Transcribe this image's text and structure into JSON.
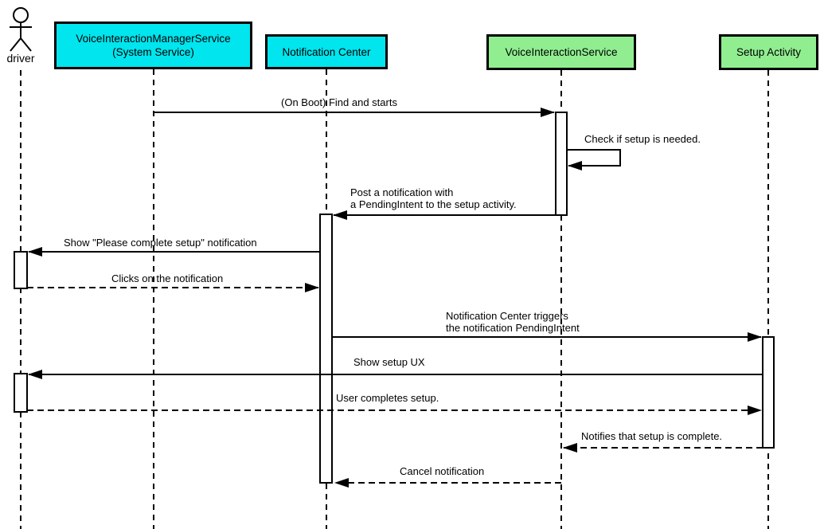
{
  "diagram_type": "uml-sequence-diagram",
  "actor": {
    "label": "driver"
  },
  "participants": [
    {
      "id": "voice-interaction-manager-service",
      "label": "VoiceInteractionManagerService\n(System Service)",
      "fill": "#00E5EE"
    },
    {
      "id": "notification-center",
      "label": "Notification Center",
      "fill": "#00E5EE"
    },
    {
      "id": "voice-interaction-service",
      "label": "VoiceInteractionService",
      "fill": "#90EE90"
    },
    {
      "id": "setup-activity",
      "label": "Setup Activity",
      "fill": "#90EE90"
    }
  ],
  "messages": [
    {
      "n": 1,
      "label": "(On Boot) Find and starts",
      "from": "VoiceInteractionManagerService (System Service)",
      "to": "VoiceInteractionService",
      "line": "solid"
    },
    {
      "n": 2,
      "label": "Check if setup is needed.",
      "from": "VoiceInteractionService",
      "to": "VoiceInteractionService",
      "line": "solid",
      "self_message": true
    },
    {
      "n": 3,
      "label": "Post a notification with\na PendingIntent to the setup activity.",
      "from": "VoiceInteractionService",
      "to": "Notification Center",
      "line": "solid"
    },
    {
      "n": 4,
      "label": "Show \"Please complete setup\" notification",
      "from": "Notification Center",
      "to": "driver",
      "line": "solid"
    },
    {
      "n": 5,
      "label": "Clicks on the notification",
      "from": "driver",
      "to": "Notification Center",
      "line": "dashed"
    },
    {
      "n": 6,
      "label": "Notification Center triggers\nthe notification PendingIntent",
      "from": "Notification Center",
      "to": "Setup Activity",
      "line": "solid"
    },
    {
      "n": 7,
      "label": "Show setup UX",
      "from": "Setup Activity",
      "to": "driver",
      "line": "solid"
    },
    {
      "n": 8,
      "label": "User completes setup.",
      "from": "driver",
      "to": "Setup Activity",
      "line": "dashed"
    },
    {
      "n": 9,
      "label": "Notifies that setup is complete.",
      "from": "Setup Activity",
      "to": "VoiceInteractionService",
      "line": "dashed"
    },
    {
      "n": 10,
      "label": "Cancel notification",
      "from": "VoiceInteractionService",
      "to": "Notification Center",
      "line": "dashed"
    }
  ],
  "colors": {
    "participant_cyan": "#00E5EE",
    "participant_green": "#90EE90",
    "line": "#000000",
    "background": "#FFFFFF"
  }
}
